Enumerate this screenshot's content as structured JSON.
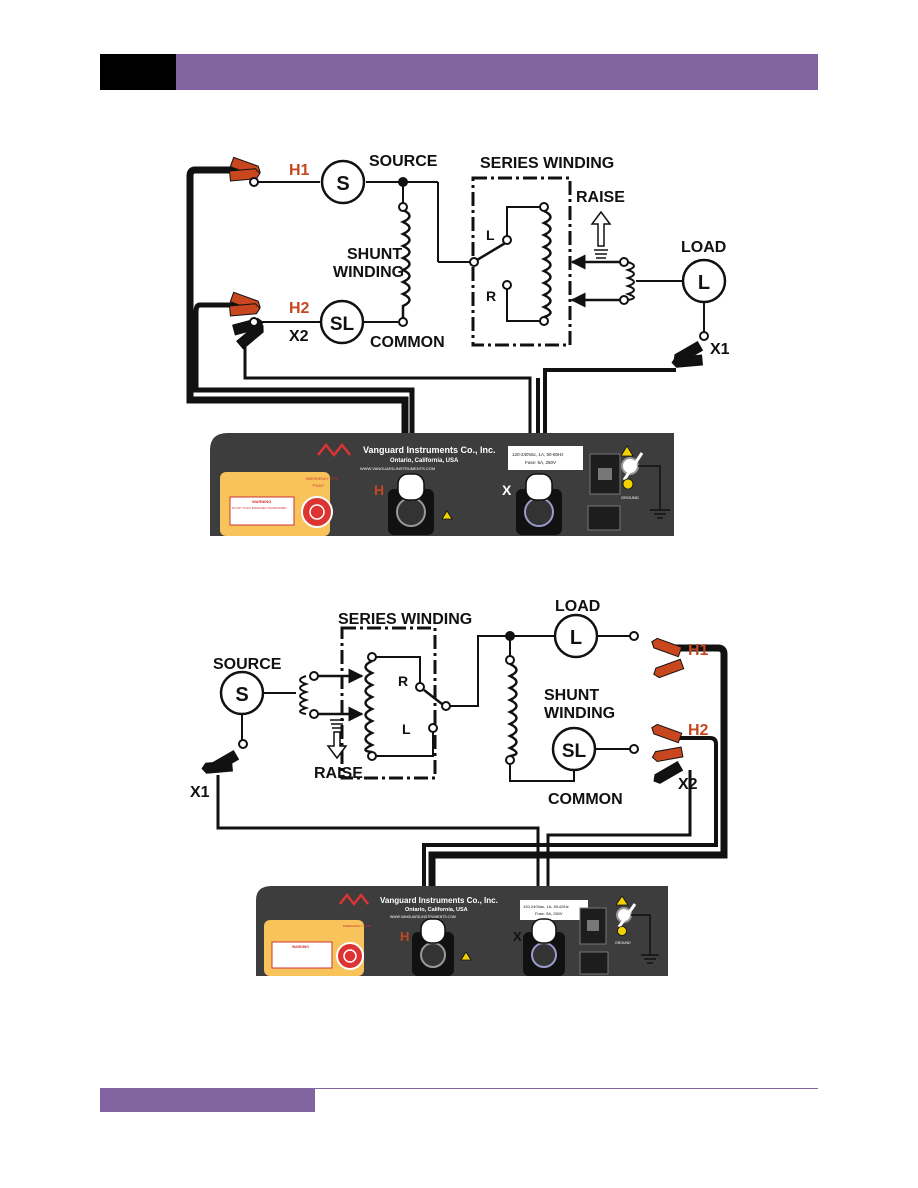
{
  "colors": {
    "accent": "#8264a0",
    "panel": "#3d3d3d",
    "warning_panel": "#f7c35a",
    "clip_red": "#c9471f",
    "label_red": "#c4471f"
  },
  "diagram1": {
    "h1": "H1",
    "h2": "H2",
    "x1": "X1",
    "x2": "X2",
    "source": "SOURCE",
    "series_winding": "SERIES WINDING",
    "raise": "RAISE",
    "load": "LOAD",
    "shunt": "SHUNT",
    "winding": "WINDING",
    "common": "COMMON",
    "l": "L",
    "r": "R",
    "s": "S",
    "sl": "SL",
    "load_symbol": "L"
  },
  "diagram2": {
    "h1": "H1",
    "h2": "H2",
    "x1": "X1",
    "x2": "X2",
    "source": "SOURCE",
    "series_winding": "SERIES WINDING",
    "raise": "RAISE",
    "load": "LOAD",
    "shunt": "SHUNT",
    "winding": "WINDING",
    "common": "COMMON",
    "l": "L",
    "r": "R",
    "s": "S",
    "sl": "SL",
    "load_symbol": "L"
  },
  "panel": {
    "company": "Vanguard Instruments Co., Inc.",
    "location": "Ontario, California, USA",
    "website": "WWW.VANGUARD-INSTRUMENTS.COM",
    "rating": "120-240Vac, 1A, 50-60Hz",
    "fuse": "Fuse: 5A, 250V",
    "warning_title": "WARNING",
    "warning_text": "DO NOT TOUCH ENERGIZED TRANSFORMER TEST CABLES DURING TEST OR CAUSE TO HEED THE WARNING CAN CAUSE SERIOUS SHOCK AND EQUIPMENT DAMAGE",
    "emergency": "EMERGENCY STOP",
    "push": "\"PUSH\"",
    "h": "H",
    "x": "X",
    "ground": "GROUND"
  }
}
